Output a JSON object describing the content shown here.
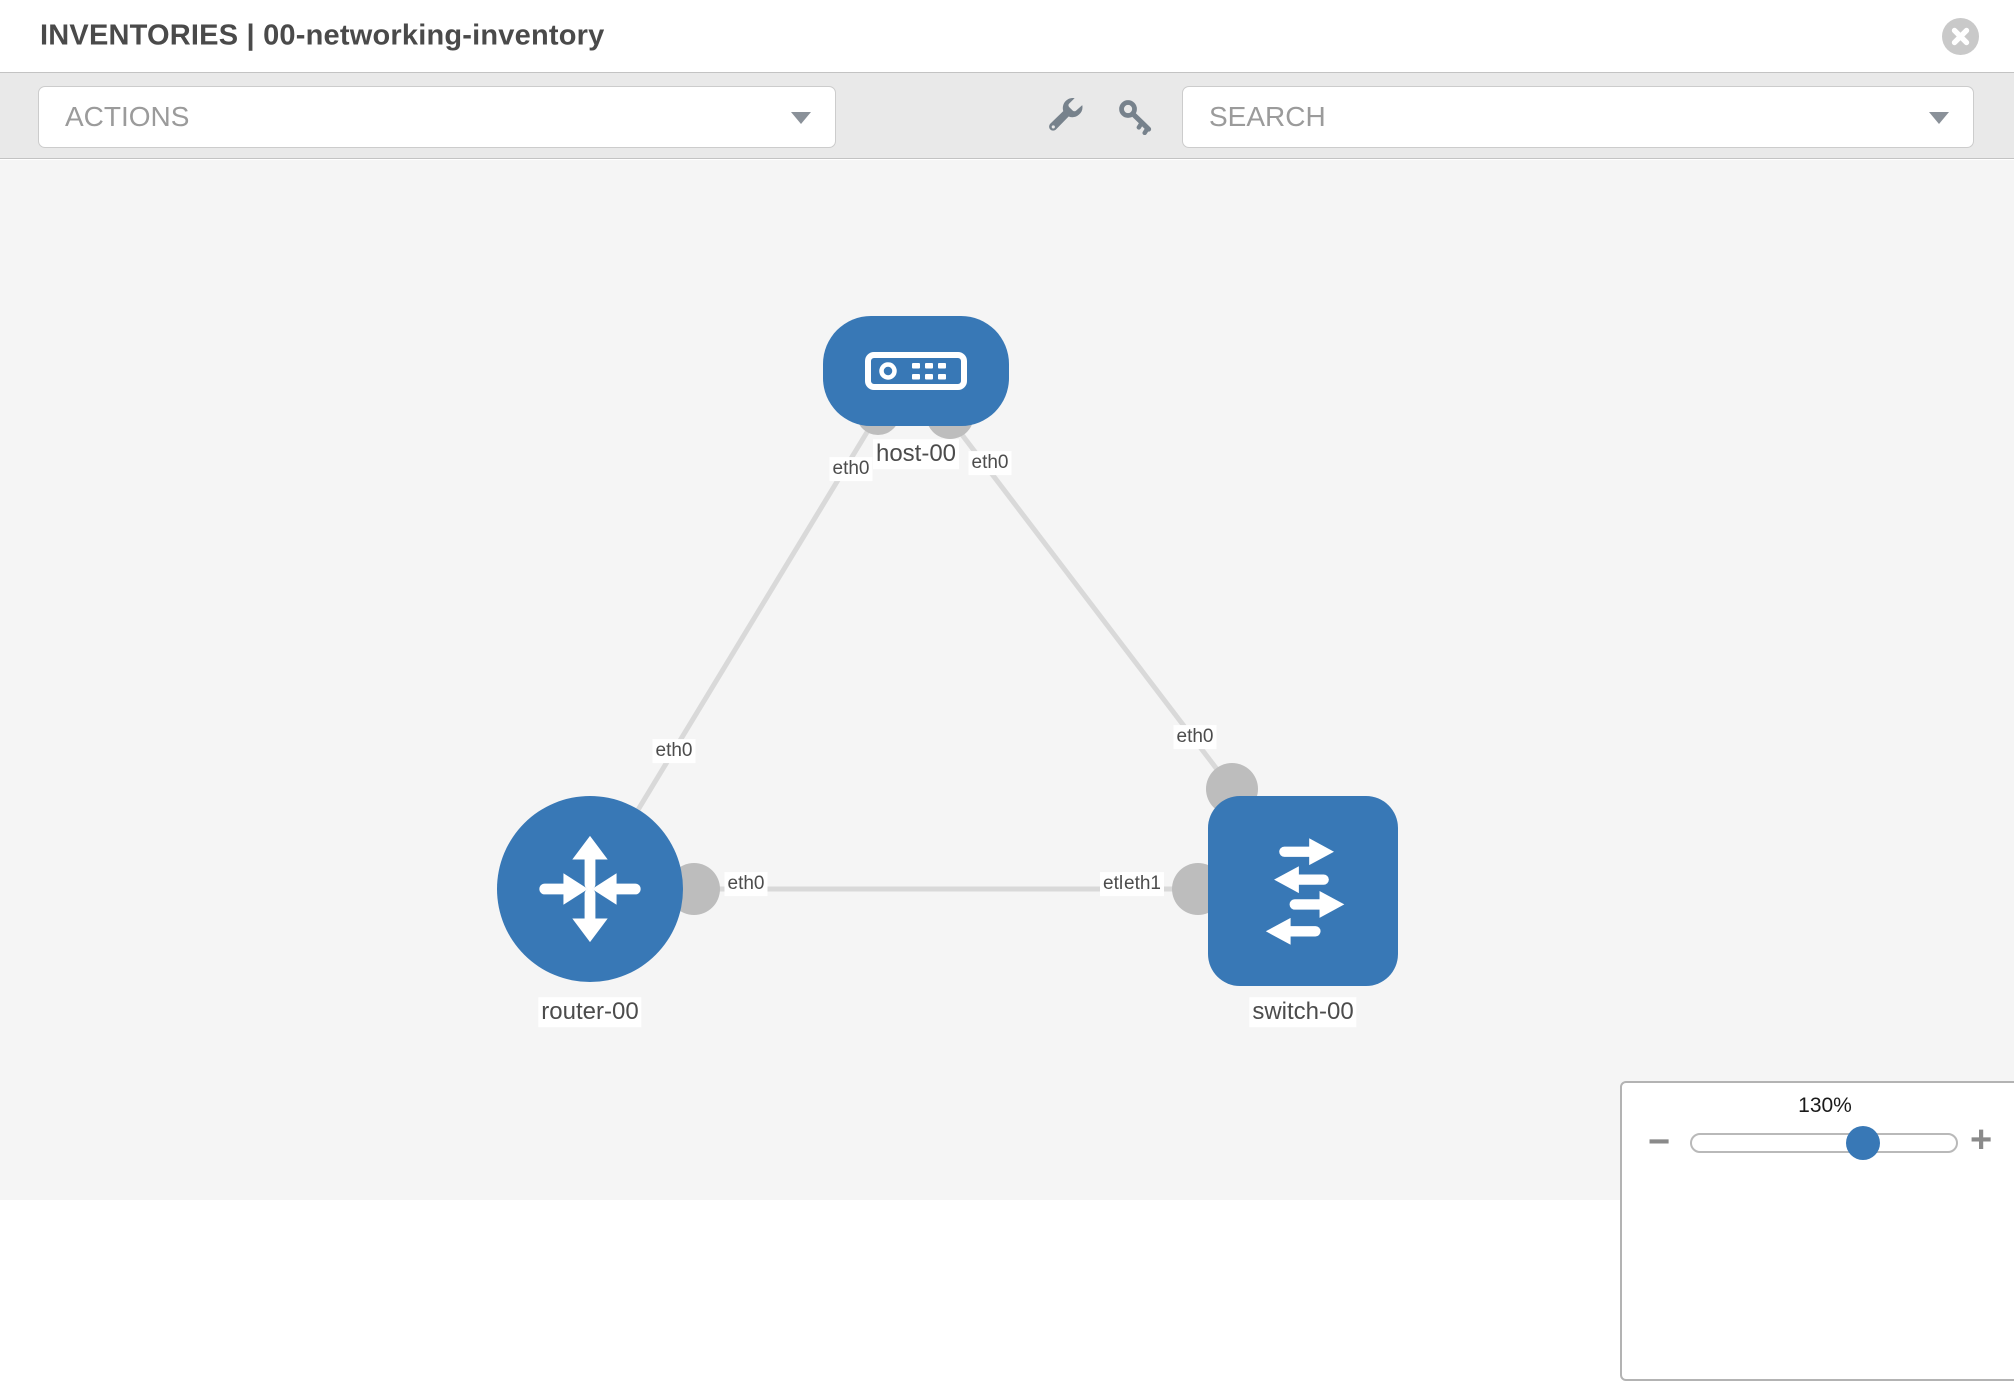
{
  "header": {
    "title": "INVENTORIES | 00-networking-inventory"
  },
  "toolbar": {
    "actions_label": "ACTIONS",
    "search_label": "SEARCH",
    "icons": [
      "wrench-icon",
      "key-icon"
    ]
  },
  "topology": {
    "nodes": [
      {
        "key": "host",
        "label": "host-00",
        "type": "host",
        "shape": "rounded-rect"
      },
      {
        "key": "router",
        "label": "router-00",
        "type": "router",
        "shape": "circle"
      },
      {
        "key": "switch",
        "label": "switch-00",
        "type": "switch",
        "shape": "rounded-square"
      }
    ],
    "links": [
      {
        "from": "router-00",
        "to": "host-00",
        "from_iface": "eth0",
        "to_iface": "eth0"
      },
      {
        "from": "switch-00",
        "to": "host-00",
        "from_iface": "eth0",
        "to_iface": "eth0"
      },
      {
        "from": "router-00",
        "to": "switch-00",
        "from_iface": "eth0",
        "to_iface": "eth1"
      }
    ],
    "iface_labels": {
      "host_left": "eth0",
      "host_right": "eth0",
      "router_to_host": "eth0",
      "switch_to_host": "eth0",
      "router_to_switch": "eth0",
      "switch_to_router": "eth1",
      "switch_to_router_under": "eth0"
    }
  },
  "zoom_control": {
    "value": "130%",
    "minus_label": "−",
    "plus_label": "+"
  },
  "colors": {
    "node_blue": "#3878b6",
    "canvas_bg": "#f5f5f5",
    "toolbar_bg": "#e9e9e9",
    "link_gray": "#d9d9d9",
    "interface_dot_gray": "#bdbdbd",
    "muted_text": "#9b9b9b",
    "dark_text": "#4a4a4a"
  }
}
